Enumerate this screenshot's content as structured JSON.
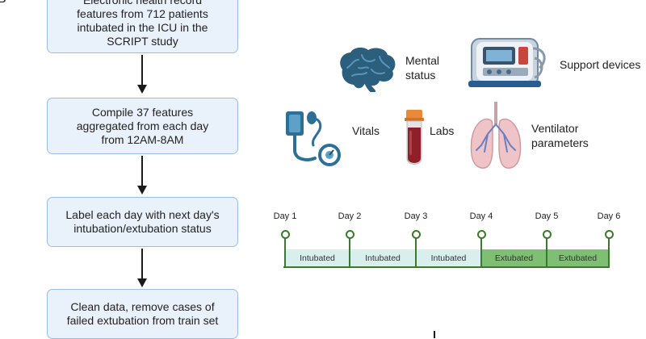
{
  "panel_label": "B",
  "flow": [
    {
      "lines": [
        "Electronic health record",
        "features from 712 patients",
        "intubated in the ICU in the",
        "SCRIPT study"
      ]
    },
    {
      "lines": [
        "Compile 37 features",
        "aggregated from each day",
        "from 12AM-8AM"
      ]
    },
    {
      "lines": [
        "Label each day with next day's",
        "intubation/extubation status"
      ]
    },
    {
      "lines": [
        "Clean data, remove cases of",
        "failed extubation from train set"
      ]
    }
  ],
  "features": {
    "mental_status": [
      "Mental",
      "status"
    ],
    "support_devices": "Support devices",
    "vitals": "Vitals",
    "labs": "Labs",
    "ventilator": [
      "Ventilator",
      "parameters"
    ]
  },
  "timeline": {
    "days": [
      "Day 1",
      "Day 2",
      "Day 3",
      "Day 4",
      "Day 5",
      "Day 6"
    ],
    "segments": [
      "Intubated",
      "Intubated",
      "Intubated",
      "Extubated",
      "Extubated"
    ],
    "colors": {
      "intubated": "#d8efeb",
      "extubated": "#7ebf73",
      "line": "#3b7a2c"
    }
  }
}
